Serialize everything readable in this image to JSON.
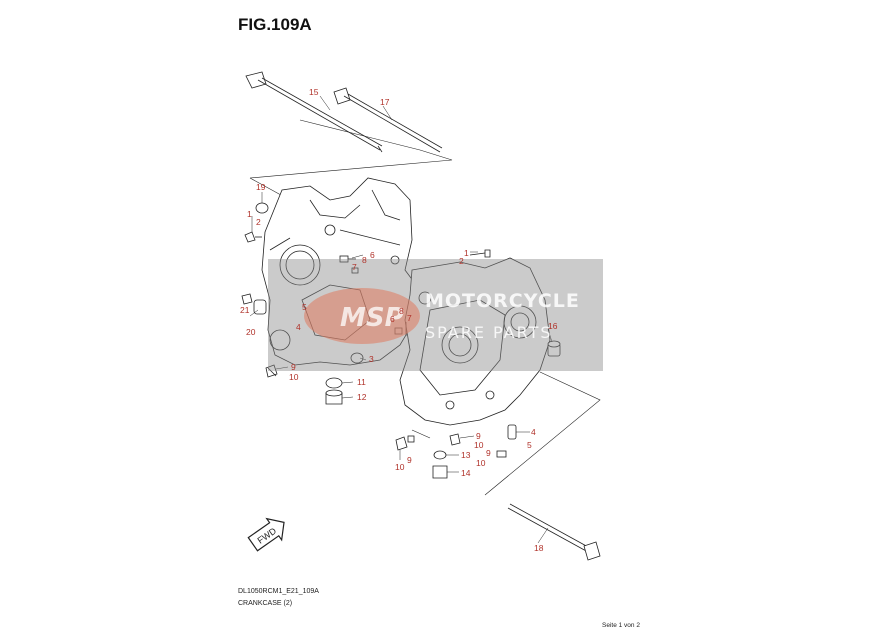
{
  "figure": {
    "title": "FIG.109A",
    "drawing_code": "DL1050RCM1_E21_109A",
    "part_group": "CRANKCASE (2)",
    "page_indicator": "Seite 1 von 2",
    "fwd_label": "FWD"
  },
  "watermark": {
    "line1": "MOTORCYCLE",
    "line2": "SPARE PARTS",
    "logo_text": "MSP"
  },
  "callouts": {
    "c1a": "1",
    "c2a": "2",
    "c19": "19",
    "c15": "15",
    "c17": "17",
    "c6a": "6",
    "c8a": "8",
    "c7a": "7",
    "c5a": "5",
    "c4a": "4",
    "c21": "21",
    "c20": "20",
    "c9a": "9",
    "c10a": "10",
    "c11": "11",
    "c12": "12",
    "c3": "3",
    "c1b": "1",
    "c2b": "2",
    "c8b": "8",
    "c6b": "6",
    "c7b": "7",
    "c16": "16",
    "c4b": "4",
    "c5b": "5",
    "c9b": "9",
    "c10b": "10",
    "c13": "13",
    "c14": "14",
    "c10c": "10",
    "c9c": "9",
    "c9d": "9",
    "c10d": "10",
    "c18": "18"
  },
  "colors": {
    "callout_text": "#b0322a",
    "line_art": "#222222",
    "watermark_panel": "#8c8c8c",
    "watermark_logo": "#e07a5f"
  }
}
